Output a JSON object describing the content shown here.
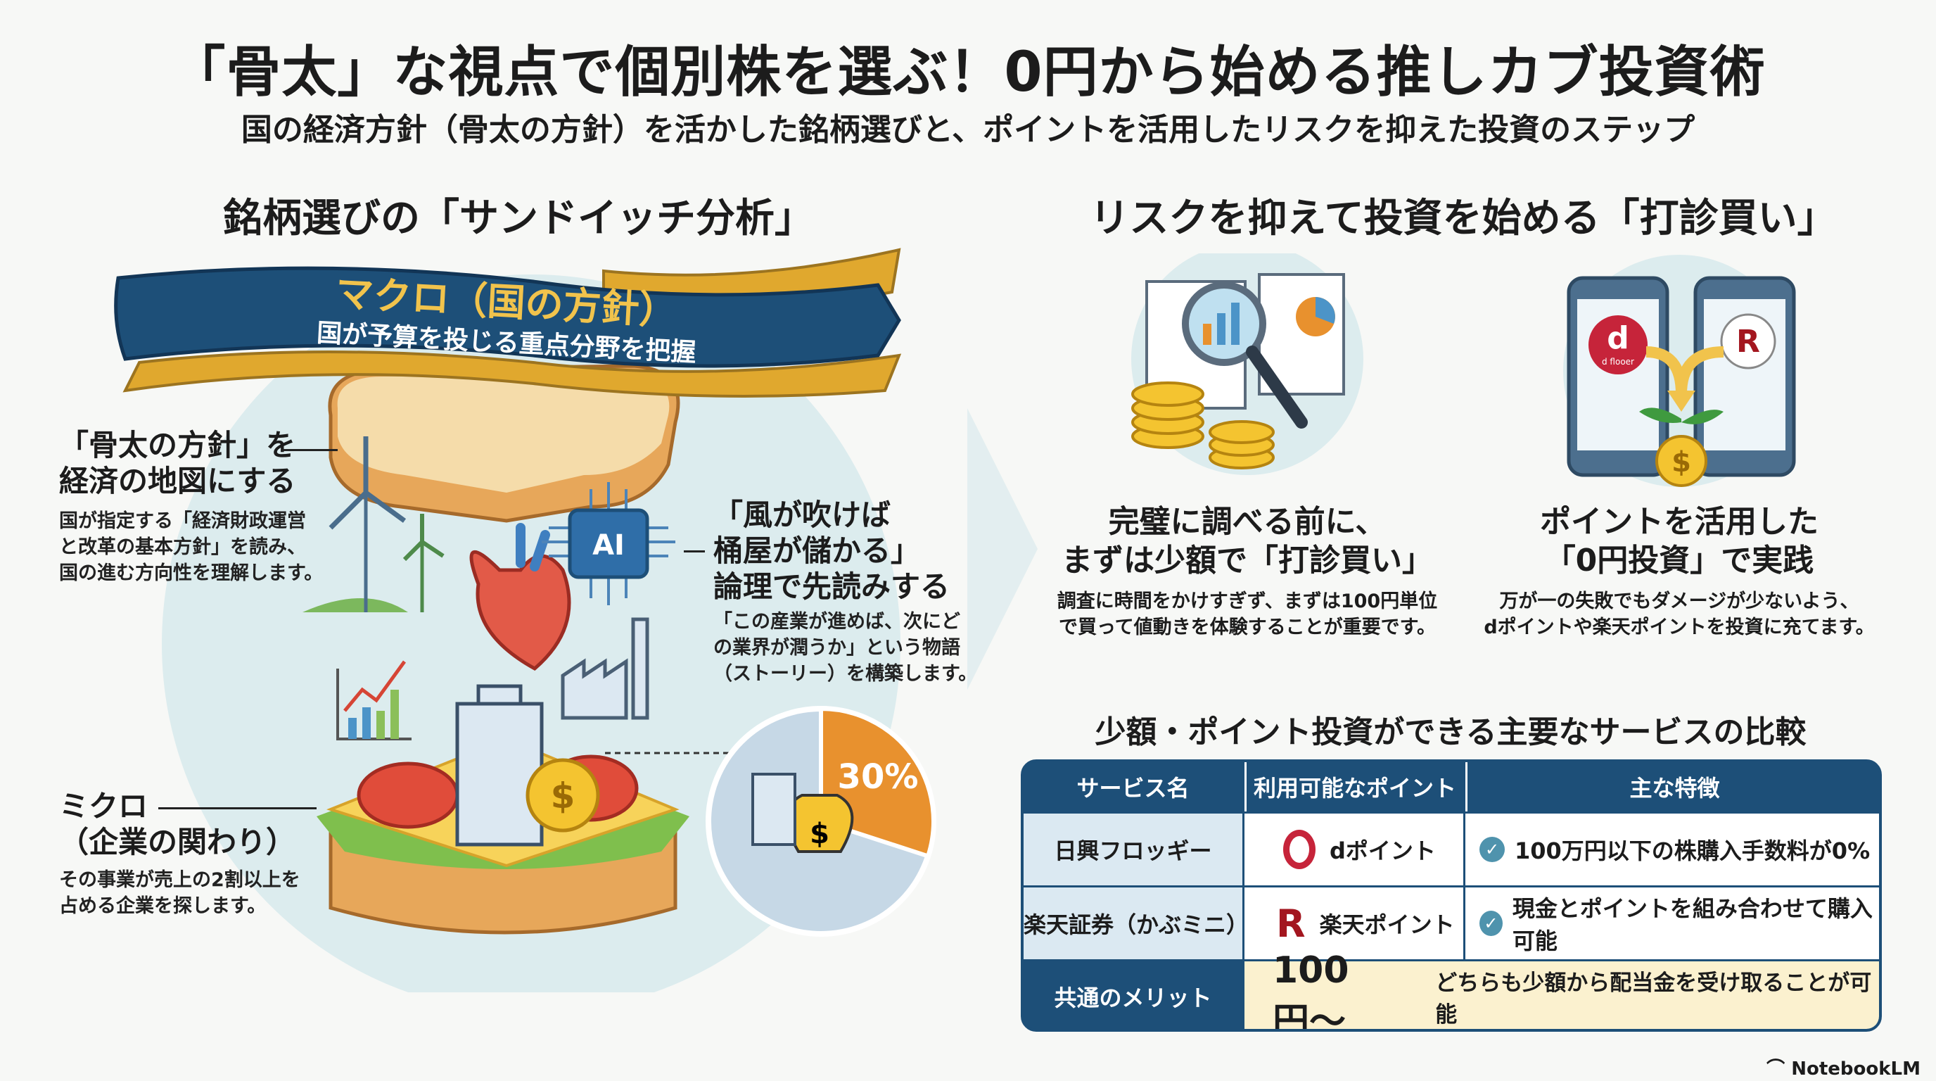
{
  "header": {
    "title": "「骨太」な視点で個別株を選ぶ！0円から始める推しカブ投資術",
    "subtitle": "国の経済方針（骨太の方針）を活かした銘柄選びと、ポイントを活用したリスクを抑えた投資のステップ"
  },
  "left": {
    "heading": "銘柄選びの「サンドイッチ分析」",
    "ribbon": {
      "title": "マクロ（国の方針）",
      "subtitle": "国が予算を投じる重点分野を把握"
    },
    "macro_label": {
      "lines": [
        "「骨太の方針」を",
        "経済の地図にする"
      ],
      "desc": [
        "国が指定する「経済財政運営",
        "と改革の基本方針」を読み、",
        "国の進む方向性を理解します。"
      ]
    },
    "logic_label": {
      "lines": [
        "「風が吹けば",
        "桶屋が儲かる」",
        "論理で先読みする"
      ],
      "desc": [
        "「この産業が進めば、次にど",
        "の業界が潤うか」という物語",
        "（ストーリー）を構築します。"
      ]
    },
    "micro_label": {
      "lines": [
        "ミクロ",
        "（企業の関わり）"
      ],
      "desc": [
        "その事業が売上の2割以上を",
        "占める企業を探します。"
      ]
    },
    "chip_text": "AI",
    "pie": {
      "label": "30%",
      "value": 30
    }
  },
  "right": {
    "heading": "リスクを抑えて投資を始める「打診買い」",
    "step1": {
      "lines": [
        "完璧に調べる前に、",
        "まずは少額で「打診買い」"
      ],
      "desc": [
        "調査に時間をかけすぎず、まずは100円単位",
        "で買って値動きを体験することが重要です。"
      ]
    },
    "step2": {
      "lines": [
        "ポイントを活用した",
        "「0円投資」で実践"
      ],
      "desc": [
        "万が一の失敗でもダメージが少ないよう、",
        "dポイントや楽天ポイントを投資に充てます。"
      ]
    },
    "phone_logo_text": "d flooer",
    "table_heading": "少額・ポイント投資ができる主要なサービスの比較",
    "table": {
      "headers": [
        "サービス名",
        "利用可能なポイント",
        "主な特徴"
      ],
      "rows": [
        {
          "service": "日興フロッギー",
          "point": "dポイント",
          "feature": "100万円以下の株購入手数料が0%"
        },
        {
          "service": "楽天証券（かぶミニ）",
          "point": "楽天ポイント",
          "feature": "現金とポイントを組み合わせて購入可能"
        }
      ],
      "merit": {
        "label": "共通のメリット",
        "amount": "100円〜",
        "text": "どちらも少額から配当金を受け取ることが可能"
      }
    }
  },
  "watermark": "NotebookLM",
  "colors": {
    "navy": "#1d4f78",
    "gold": "#e0a82e",
    "orange": "#e8912e",
    "dred": "#c6243a",
    "rakuten": "#a3161f",
    "cream": "#fbf1cf",
    "lightblue": "#dbe9f2"
  }
}
